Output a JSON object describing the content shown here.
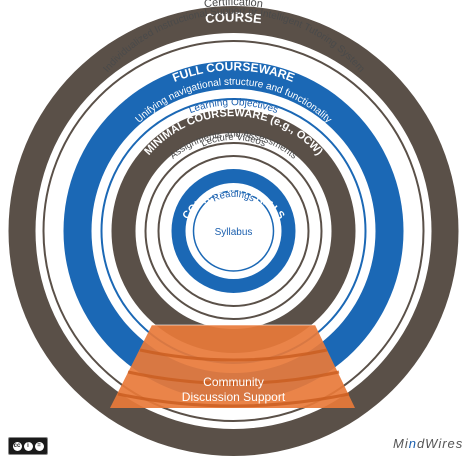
{
  "rings": {
    "course": {
      "title": "COURSE",
      "sub1": "Certification",
      "sub2": "Individualized Instructional Support or Intelligent Tutoring System"
    },
    "full_courseware": {
      "title": "FULL COURSEWARE",
      "sub1": "Unifying navigational structure and functionality",
      "sub2": "Learning Objectives"
    },
    "minimal_courseware": {
      "title": "MINIMAL COURSEWARE (e.g., OCW)",
      "sub1": "Assignments and Assessments",
      "sub2": "Lecture Videos"
    },
    "course_materials": {
      "title": "COURSE MATERIALS",
      "sub1": "Readings"
    },
    "center": {
      "label": "Syllabus"
    }
  },
  "community": {
    "line1": "Community",
    "line2": "Discussion Support"
  },
  "license": {
    "icon": "creative-commons-icon",
    "text": "cc"
  },
  "logo": {
    "text_a": "Mi",
    "text_dot": "n",
    "text_b": "dWires"
  },
  "colors": {
    "brown": "#5a5048",
    "blue": "#1b68b5",
    "orange": "#e8793a",
    "white": "#ffffff"
  }
}
